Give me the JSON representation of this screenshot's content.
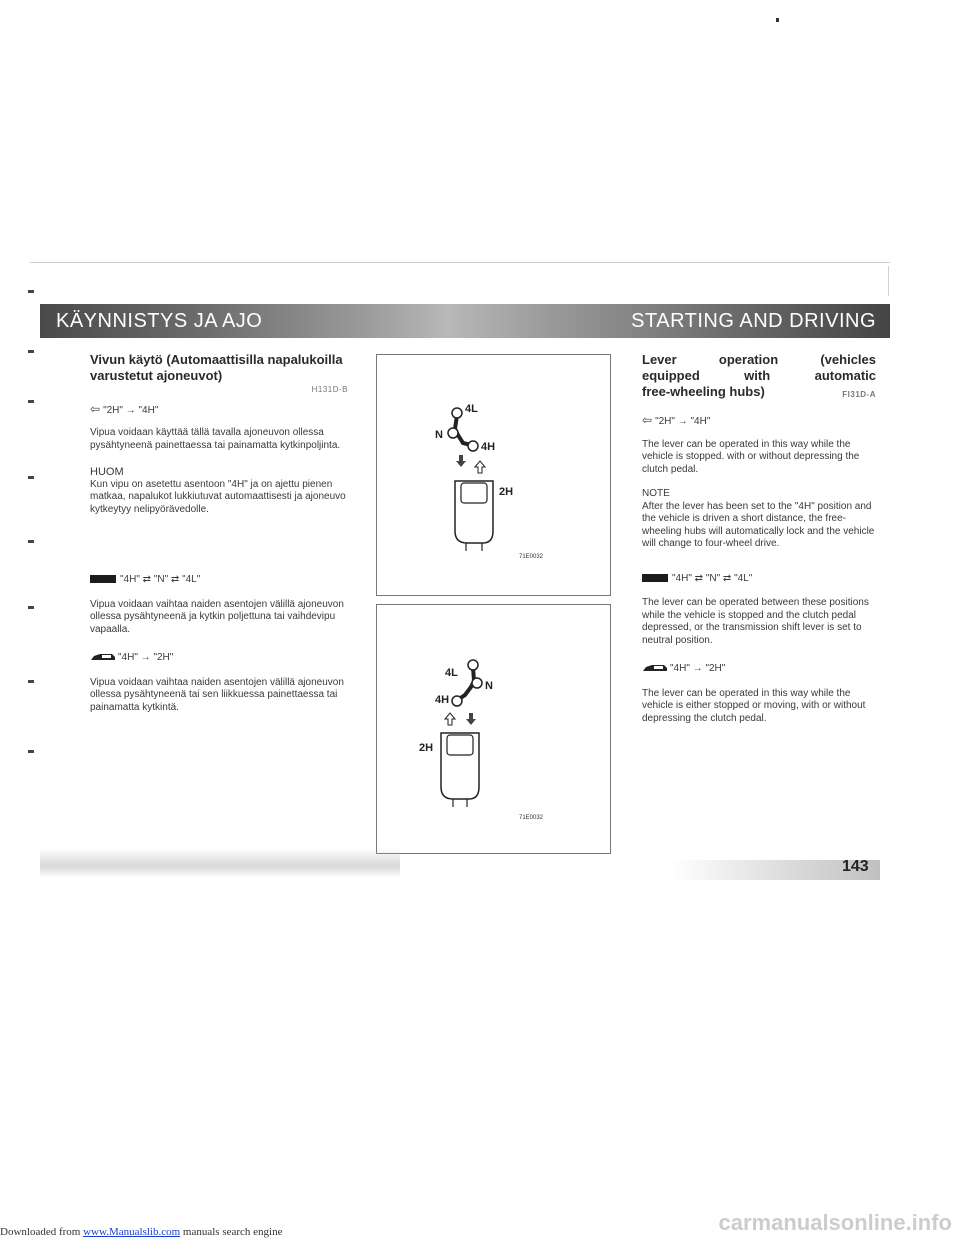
{
  "header": {
    "left_title": "KÄYNNISTYS JA AJO",
    "right_title": "STARTING AND DRIVING"
  },
  "left": {
    "heading": "Vivun käytö (Automaattisilla na­palukoilla varustetut ajoneuvot)",
    "code": "H131D-B",
    "s1_label": "\"2H\" → \"4H\"",
    "s1_text": "Vipua voidaan käyttää tällä tavalla ajo­neuvon ollessa pysähtyneenä painet­taessa tai painamatta kytkinpoljinta.",
    "note_title": "HUOM",
    "note_text": "Kun vipu on asetettu asentoon \"4H\" ja on ajettu pienen matkaa, napalukot luk­kiutuvat automaattisesti ja ajoneuvo kyt­keytyy nelipyörävedolle.",
    "s2_label": "\"4H\" ⇄ \"N\" ⇄ \"4L\"",
    "s2_text": "Vipua voidaan vaihtaa naiden asentojen välillä ajoneuvon ollessa pysähtyneenä ja kytkin poljettuna tai vaihdevipu va­paalla.",
    "s3_label": "\"4H\" → \"2H\"",
    "s3_text": "Vipua voidaan vaihtaa naiden asentojen välillä ajoneuvon ollessa pysähtyneenä tai sen liikkuessa painettaessa tai paina­matta kytkintä."
  },
  "figures": {
    "fig1": {
      "l4": "4L",
      "n": "N",
      "h4": "4H",
      "h2": "2H",
      "code": "71E0032"
    },
    "fig2": {
      "l4": "4L",
      "n": "N",
      "h4": "4H",
      "h2": "2H",
      "code": "71E0032"
    }
  },
  "right": {
    "heading_l1": "Lever operation (vehicles",
    "heading_l2": "equipped with automatic",
    "heading_l3": "free-wheeling hubs)",
    "code": "FI31D-A",
    "s1_label": "\"2H\" → \"4H\"",
    "s1_text": "The lever can be operated in this way while the vehicle is stopped. with or without depressing the clutch pedal.",
    "note_title": "NOTE",
    "note_text": "After the lever has been set to the \"4H\" position and the vehicle is driven a short distance, the free-wheeling hubs will automatically lock and the vehicle will change to four-wheel drive.",
    "s2_label": "\"4H\" ⇄ \"N\" ⇄ \"4L\"",
    "s2_text": "The lever can be operated between these positions while the vehicle is stopped and the clutch pedal depressed, or the transmission shift lever is set to neutral position.",
    "s3_label": "\"4H\" → \"2H\"",
    "s3_text": "The lever can be operated in this way while the vehicle is either stopped or moving, with or without depressing the clutch pedal."
  },
  "page_number": "143",
  "footer": {
    "prefix": "Downloaded from ",
    "link": "www.Manualslib.com",
    "suffix": " manuals search engine",
    "watermark": "carmanualsonline.info"
  }
}
